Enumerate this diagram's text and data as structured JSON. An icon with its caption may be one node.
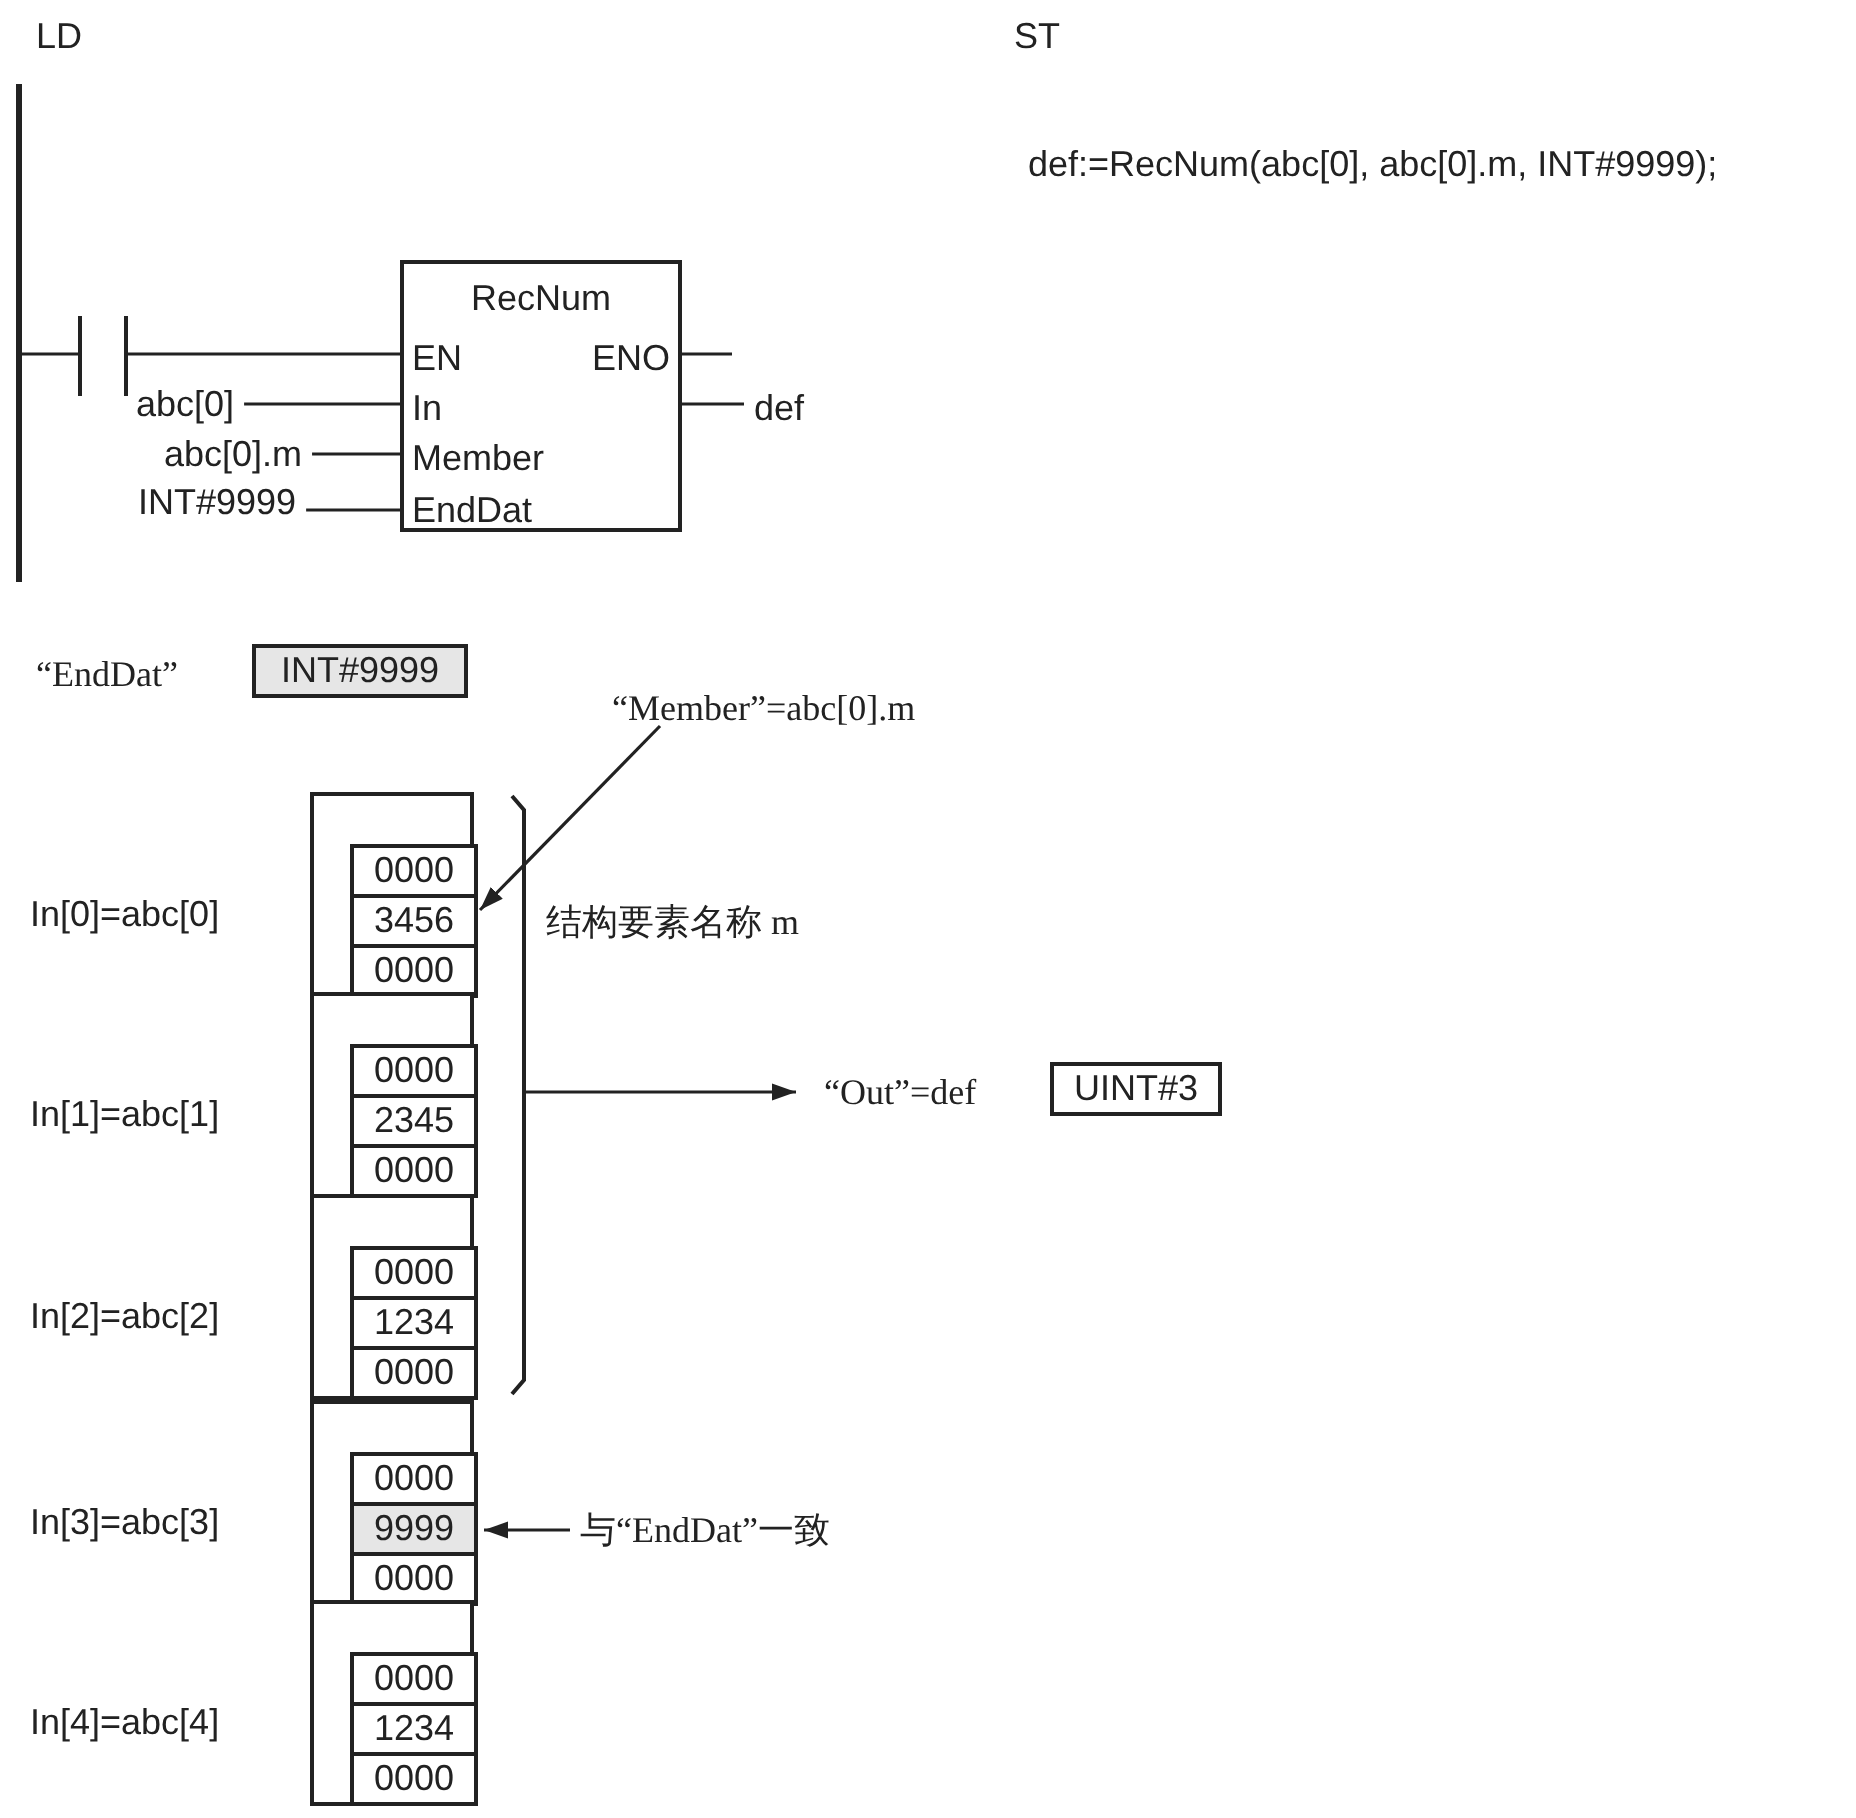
{
  "diagram": {
    "nodes": [
      {
        "text": [],
        "shape": "bar"
      },
      {
        "text": [],
        "shape": "contact"
      },
      {
        "text": [
          "RecNum",
          "EN",
          "ENO",
          "In",
          "Member",
          "EndDat"
        ]
      },
      {
        "text": [
          "abc[0]"
        ]
      },
      {
        "text": [
          "abc[0].m"
        ]
      },
      {
        "text": [
          "INT#9999"
        ]
      },
      {
        "text": [
          "def"
        ]
      },
      {
        "text": [
          "INT#9999"
        ],
        "beside": [
          "“EndDat”"
        ]
      },
      {
        "text": [
          "“Member”=abc[0].m"
        ]
      },
      {
        "text": [],
        "shape": "box",
        "beside": [
          "In[0]=abc[0]"
        ]
      },
      {
        "text": [
          "0000"
        ],
        "in": 9
      },
      {
        "text": [
          "3456"
        ],
        "in": 9
      },
      {
        "text": [
          "0000"
        ],
        "in": 9
      },
      {
        "text": [],
        "shape": "box",
        "beside": [
          "In[1]=abc[1]"
        ]
      },
      {
        "text": [
          "0000"
        ],
        "in": 13
      },
      {
        "text": [
          "2345"
        ],
        "in": 13
      },
      {
        "text": [
          "0000"
        ],
        "in": 13
      },
      {
        "text": [],
        "shape": "box",
        "beside": [
          "In[2]=abc[2]"
        ]
      },
      {
        "text": [
          "0000"
        ],
        "in": 17
      },
      {
        "text": [
          "1234"
        ],
        "in": 17
      },
      {
        "text": [
          "0000"
        ],
        "in": 17
      },
      {
        "text": [],
        "shape": "box",
        "beside": [
          "In[3]=abc[3]"
        ]
      },
      {
        "text": [
          "0000"
        ],
        "in": 21
      },
      {
        "text": [
          "9999"
        ],
        "in": 21
      },
      {
        "text": [
          "0000"
        ],
        "in": 21
      },
      {
        "text": [],
        "shape": "box",
        "beside": [
          "In[4]=abc[4]"
        ]
      },
      {
        "text": [
          "0000"
        ],
        "in": 25
      },
      {
        "text": [
          "1234"
        ],
        "in": 25
      },
      {
        "text": [
          "0000"
        ],
        "in": 25
      },
      {
        "text": [
          "“Out”=def"
        ]
      },
      {
        "text": [
          "UINT#3"
        ]
      },
      {
        "text": [
          "与“EndDat”一致"
        ]
      }
    ],
    "edges": [
      {
        "from": 0,
        "to": 1,
        "arrow": "none"
      },
      {
        "from": 1,
        "to": 2,
        "arrow": "none"
      },
      {
        "from": 3,
        "to": 2,
        "arrow": "none"
      },
      {
        "from": 4,
        "to": 2,
        "arrow": "none"
      },
      {
        "from": 5,
        "to": 2,
        "arrow": "none"
      },
      {
        "from": 2,
        "to": 6,
        "arrow": "none"
      },
      {
        "from": 2,
        "to": null,
        "arrow": "none"
      },
      {
        "from": 8,
        "to": 11,
        "arrow": "to"
      },
      {
        "from": null,
        "to": 29,
        "arrow": "to"
      },
      {
        "from": 31,
        "to": 23,
        "arrow": "to"
      }
    ],
    "labels": [
      "LD",
      "ST",
      "def:=RecNum(abc[0], abc[0].m, INT#9999);",
      "结构要素名称 m"
    ]
  }
}
